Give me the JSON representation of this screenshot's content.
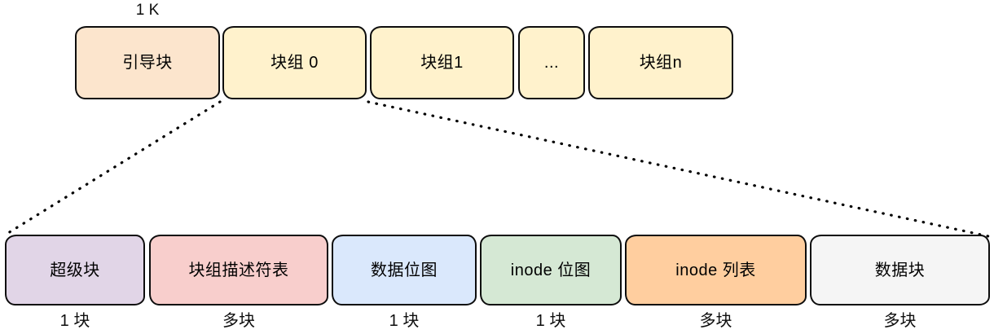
{
  "diagram": {
    "title_hint": "ext filesystem block layout",
    "top_row": {
      "size_label": "1 K",
      "blocks": [
        {
          "label": "引导块",
          "color": "#fce5cd"
        },
        {
          "label": "块组 0",
          "color": "#fff2cc"
        },
        {
          "label": "块组1",
          "color": "#fff2cc"
        },
        {
          "label": "...",
          "color": "#fff2cc"
        },
        {
          "label": "块组n",
          "color": "#fff2cc"
        }
      ]
    },
    "bottom_row": {
      "blocks": [
        {
          "label": "超级块",
          "caption": "1 块",
          "color": "#e1d5e7"
        },
        {
          "label": "块组描述符表",
          "caption": "多块",
          "color": "#f8cecc"
        },
        {
          "label": "数据位图",
          "caption": "1 块",
          "color": "#dae8fc"
        },
        {
          "label": "inode 位图",
          "caption": "1 块",
          "color": "#d5e8d4"
        },
        {
          "label": "inode 列表",
          "caption": "多块",
          "color": "#ffce9f"
        },
        {
          "label": "数据块",
          "caption": "多块",
          "color": "#f5f5f5"
        }
      ]
    },
    "colors": {
      "border": "#0d0d0d",
      "text": "#000000",
      "background": "#ffffff",
      "connector": "#000000"
    }
  }
}
